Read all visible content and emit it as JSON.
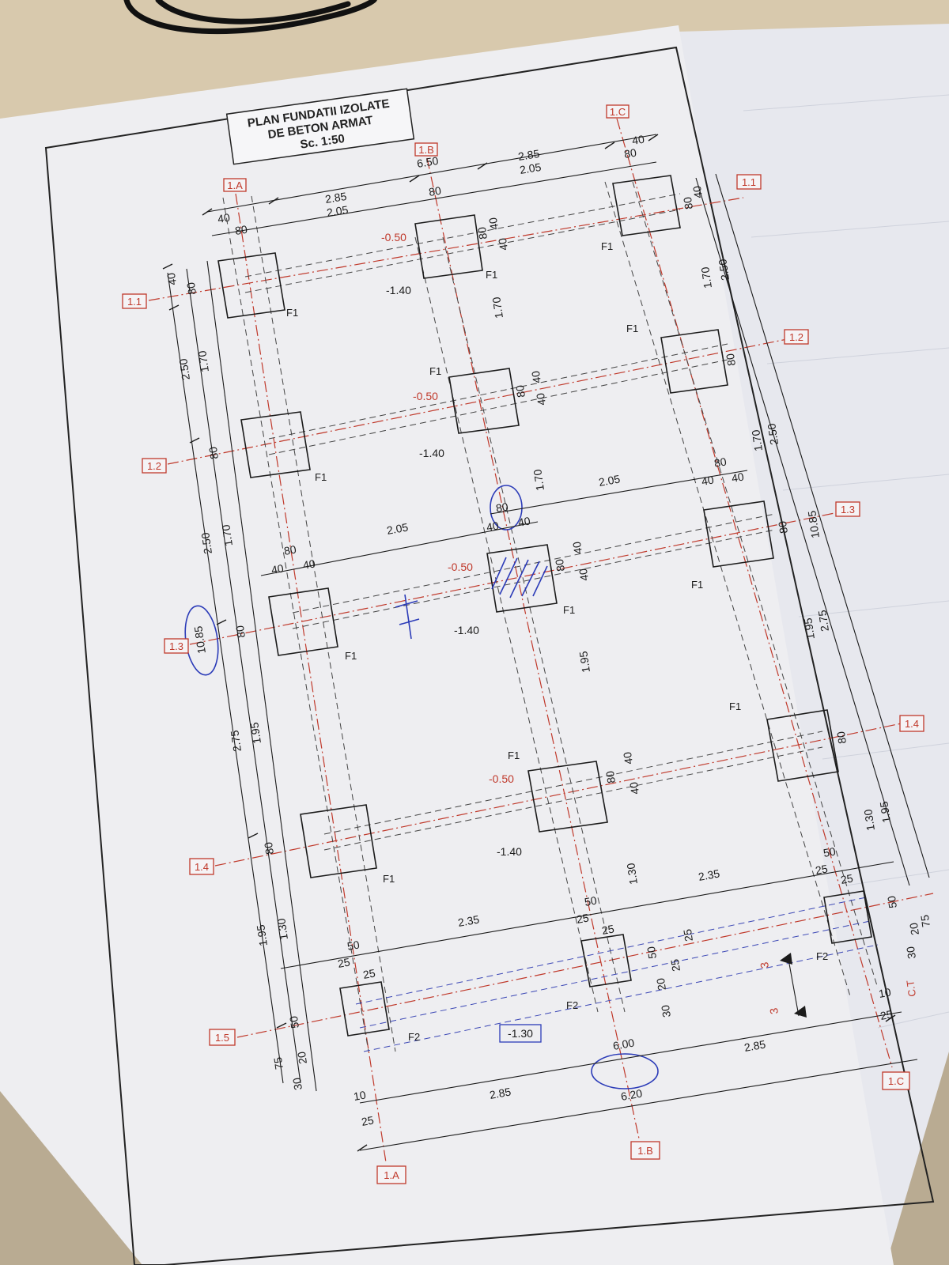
{
  "title": {
    "line1": "PLAN FUNDATII IZOLATE",
    "line2": "DE BETON ARMAT",
    "line3": "Sc. 1:50"
  },
  "axes_columns": [
    "1.A",
    "1.B",
    "1.C"
  ],
  "axes_rows": [
    "1.1",
    "1.2",
    "1.3",
    "1.4",
    "1.5"
  ],
  "footings": [
    "F1",
    "F2"
  ],
  "levels": {
    "top_of_footing": "-0.50",
    "bottom_of_footing": "-1.40",
    "slab": "-1.30"
  },
  "dimensions": {
    "total_length": "10.85",
    "total_width_top": "6.50",
    "total_width_bottom": "6.20",
    "inner_width": "6.00",
    "span_ab": "2.85",
    "span_bc": "2.85",
    "clear_span": "2.05",
    "clear_span_f2": "2.35",
    "bay_1": "2.50",
    "bay_clear_1": "1.70",
    "bay_3": "2.75",
    "bay_clear_3": "1.95",
    "bay_4": "1.95",
    "bay_clear_4": "1.30",
    "footing_f1": "80",
    "half_f1": "40",
    "footing_f2": "50",
    "half_f2": "25",
    "edge_75": "75",
    "edge_30": "30",
    "edge_20": "20",
    "edge_10": "10"
  },
  "section_marker": "3",
  "margin_note_partial": "C.T"
}
